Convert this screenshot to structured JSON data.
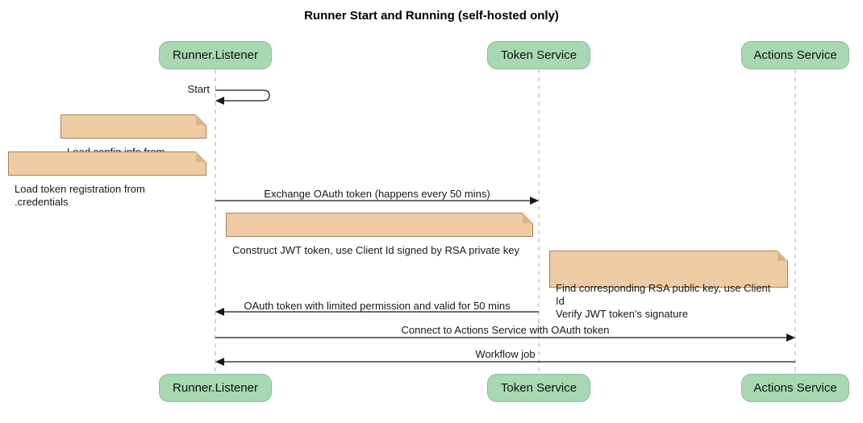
{
  "title": "Runner Start and Running (self-hosted only)",
  "diagram_type": "sequence",
  "participants": [
    {
      "label": "Runner.Listener"
    },
    {
      "label": "Token Service"
    },
    {
      "label": "Actions Service"
    }
  ],
  "messages": [
    {
      "label": "Start",
      "from": "Runner.Listener",
      "to": "Runner.Listener",
      "kind": "self"
    },
    {
      "label": "Exchange OAuth token (happens every 50 mins)",
      "from": "Runner.Listener",
      "to": "Token Service",
      "kind": "solid-arrow"
    },
    {
      "label": "OAuth token with limited permission and valid for 50 mins",
      "from": "Token Service",
      "to": "Runner.Listener",
      "kind": "solid-arrow"
    },
    {
      "label": "Connect to Actions Service with OAuth token",
      "from": "Runner.Listener",
      "to": "Actions Service",
      "kind": "solid-arrow"
    },
    {
      "label": "Workflow job",
      "from": "Actions Service",
      "to": "Runner.Listener",
      "kind": "solid-arrow"
    }
  ],
  "notes": [
    {
      "text": "Load config info from .runner",
      "attached_to": "Runner.Listener"
    },
    {
      "text": "Load token registration from .credentials",
      "attached_to": "Runner.Listener"
    },
    {
      "text": "Construct JWT token, use Client Id signed by RSA private key",
      "attached_to": "Runner.Listener"
    },
    {
      "text": "Find corresponding RSA public key, use Client Id\nVerify JWT token's signature",
      "attached_to": "Actions Service"
    }
  ],
  "colors": {
    "background": "#ffffff",
    "participant_fill": "#a8d8b2",
    "participant_border": "#8cbb98",
    "note_fill": "#eecba3",
    "note_border": "#a8815a",
    "lifeline": "#aaaaaa",
    "arrow": "#181818"
  }
}
